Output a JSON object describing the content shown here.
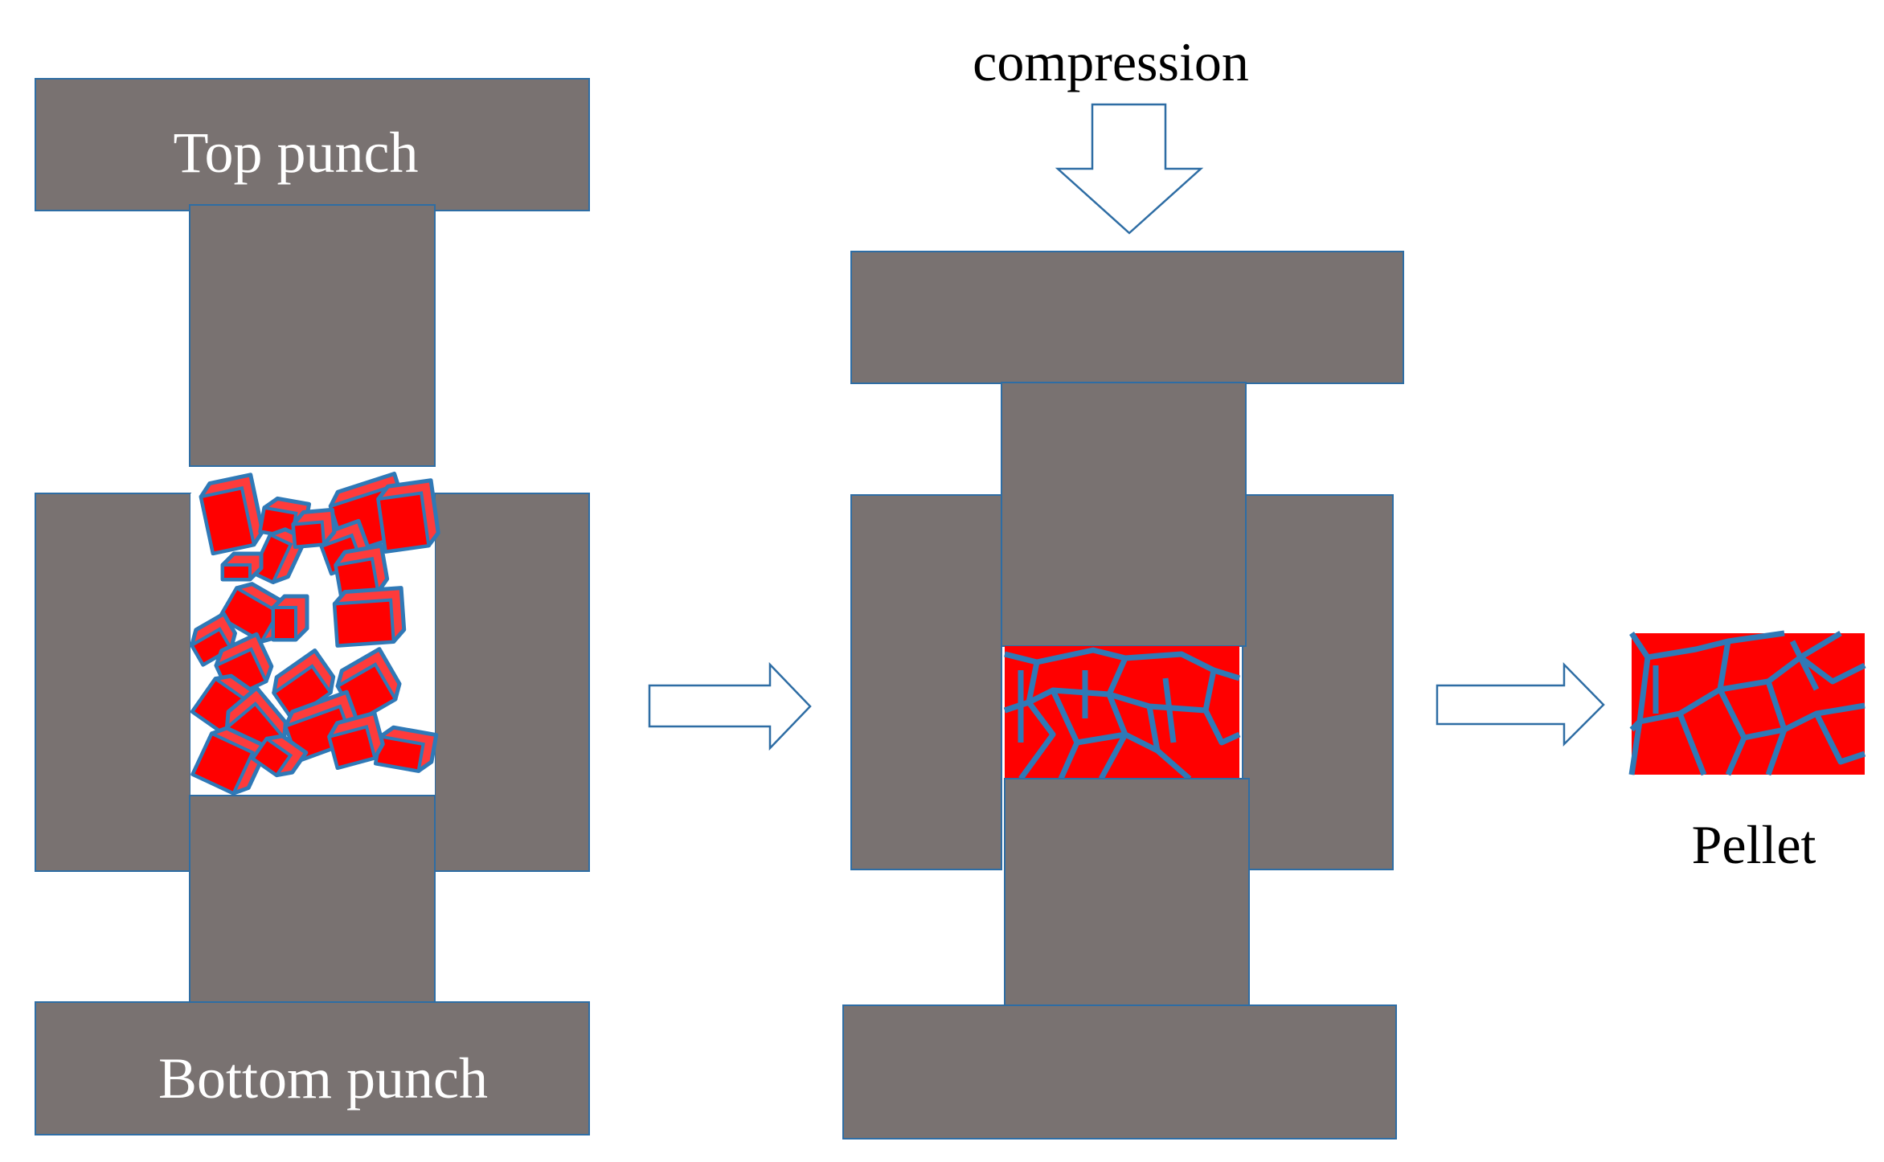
{
  "labels": {
    "top_punch": "Top punch",
    "bottom_punch": "Bottom punch",
    "compression": "compression",
    "pellet": "Pellet"
  },
  "colors": {
    "punch_gray": "#797271",
    "outline_blue": "#2e6da4",
    "crystal_red": "#ff0000",
    "background": "#ffffff"
  },
  "icons": {
    "process_arrow": "hollow-right-arrow",
    "force_arrow": "hollow-down-arrow"
  }
}
